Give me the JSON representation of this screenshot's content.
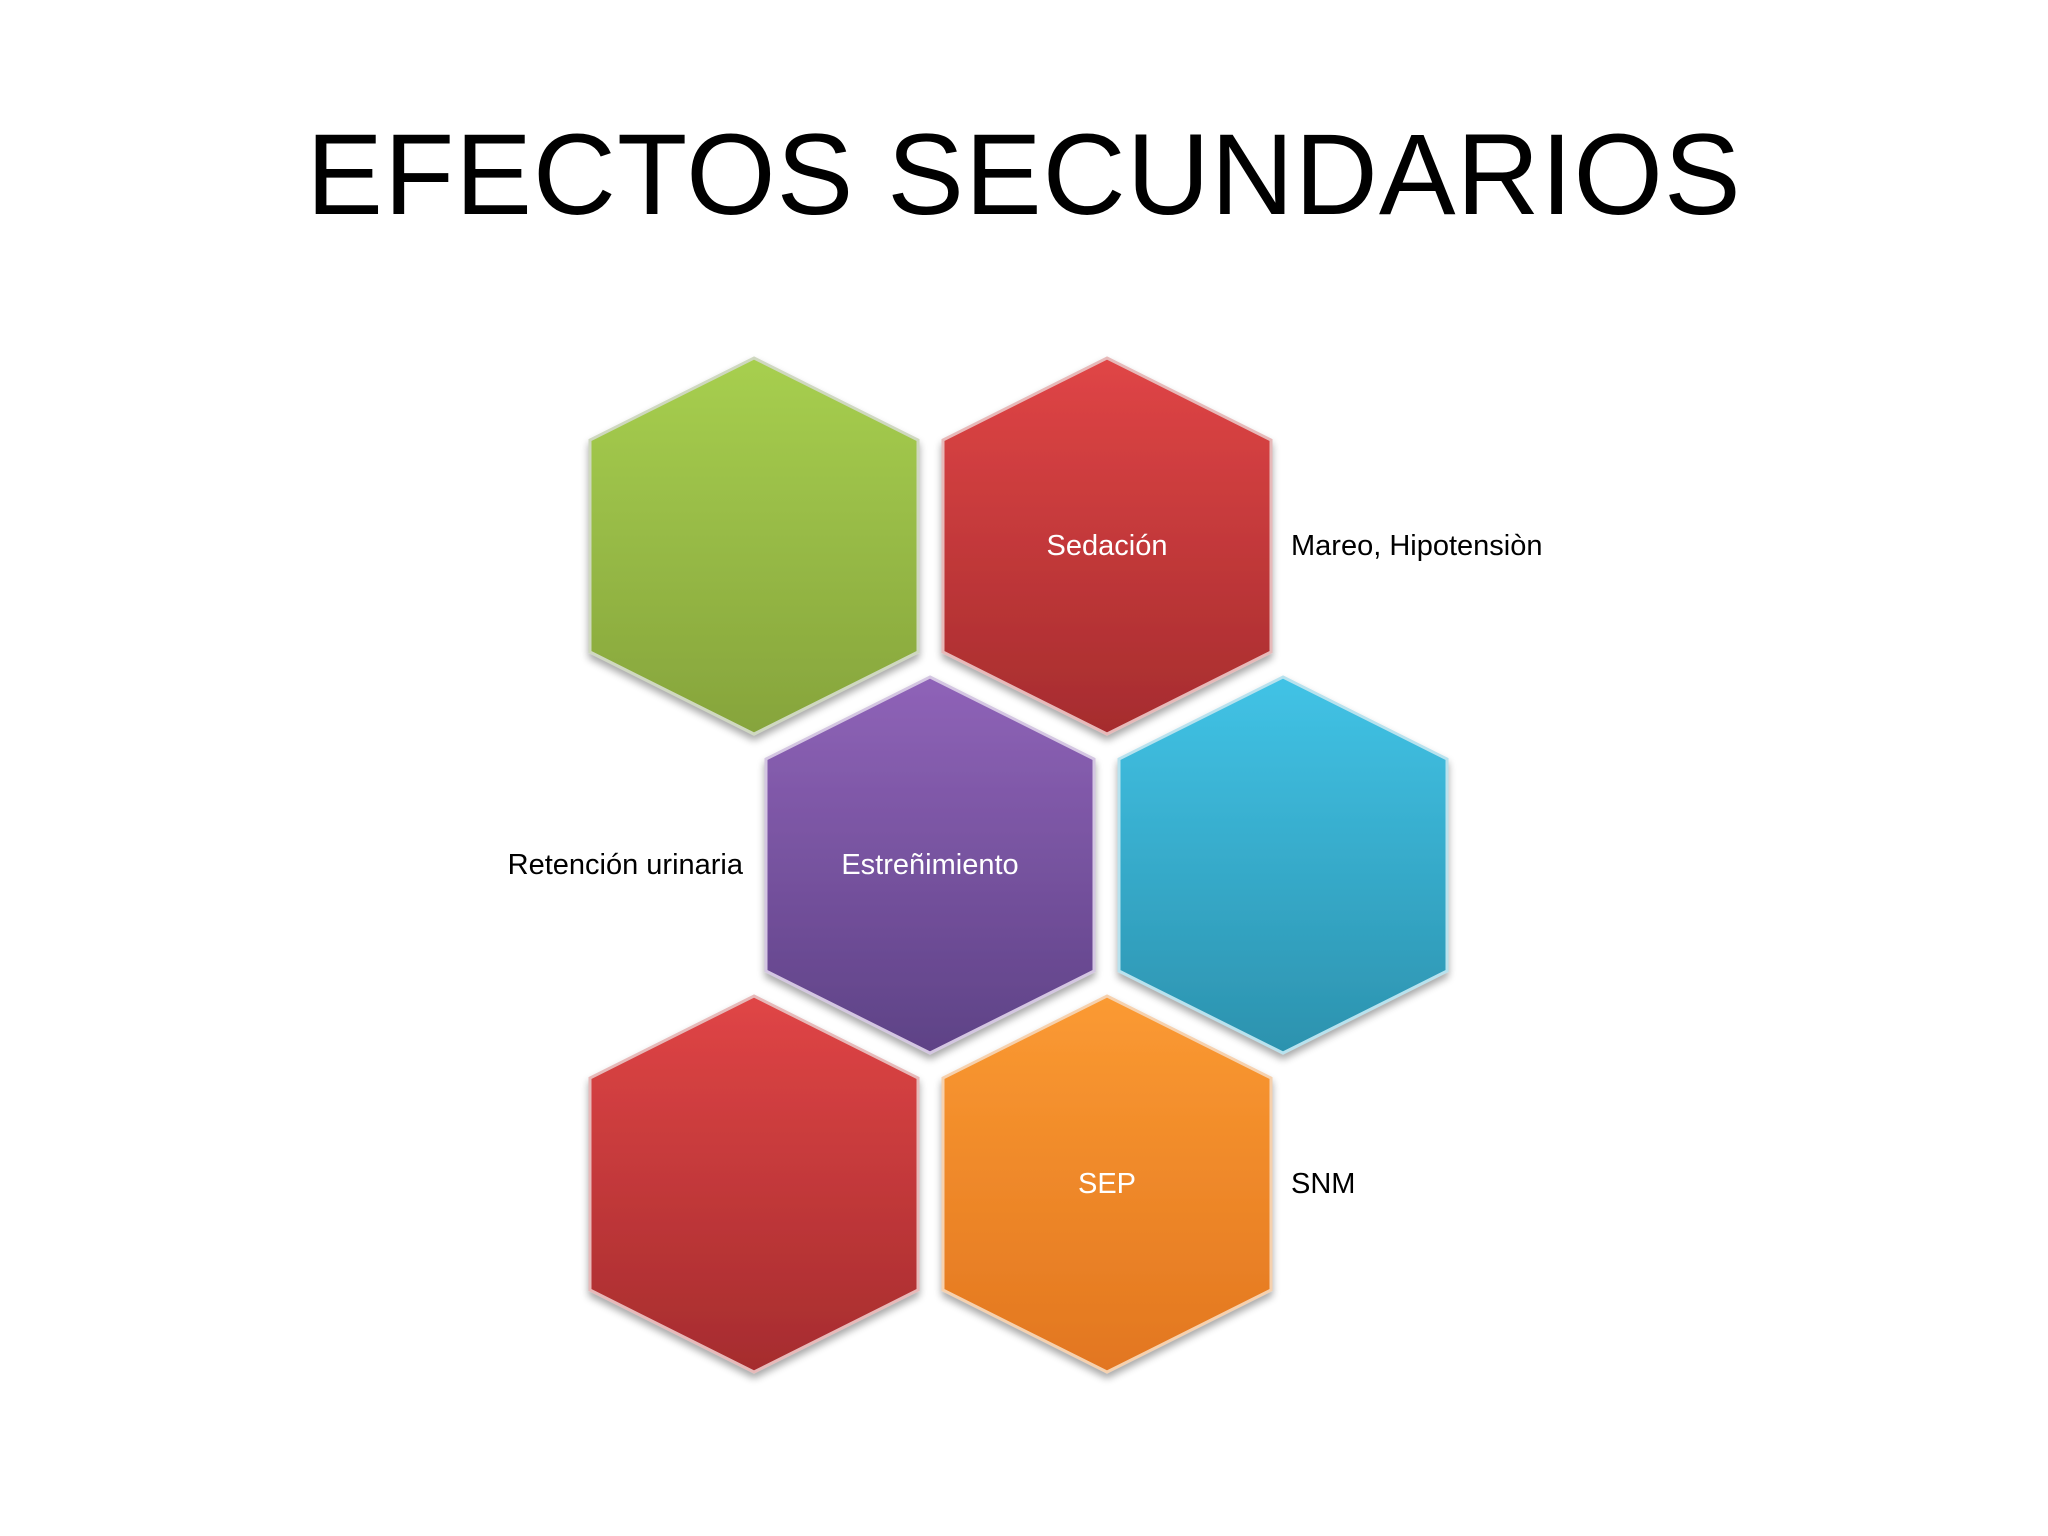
{
  "slide": {
    "title": "EFECTOS SECUNDARIOS"
  },
  "diagram": {
    "hexagons": [
      {
        "id": "hex-green",
        "label": "",
        "color_top": "#a7cf4f",
        "color_bottom": "#86a43c"
      },
      {
        "id": "hex-red-top",
        "label": "Sedación",
        "color_top": "#e04546",
        "color_bottom": "#a52c2e"
      },
      {
        "id": "hex-purple",
        "label": "Estreñimiento",
        "color_top": "#8f63b8",
        "color_bottom": "#5e4286"
      },
      {
        "id": "hex-blue",
        "label": "",
        "color_top": "#41c3e6",
        "color_bottom": "#2c92ae"
      },
      {
        "id": "hex-red-bottom",
        "label": "",
        "color_top": "#e04546",
        "color_bottom": "#a52c2e"
      },
      {
        "id": "hex-orange",
        "label": "SEP",
        "color_top": "#fb9a32",
        "color_bottom": "#e27620"
      }
    ],
    "side_labels": {
      "sedacion_side": "Mareo, Hipotensiòn",
      "estrenimiento_side": "Retención urinaria",
      "sep_side": "SNM"
    }
  }
}
